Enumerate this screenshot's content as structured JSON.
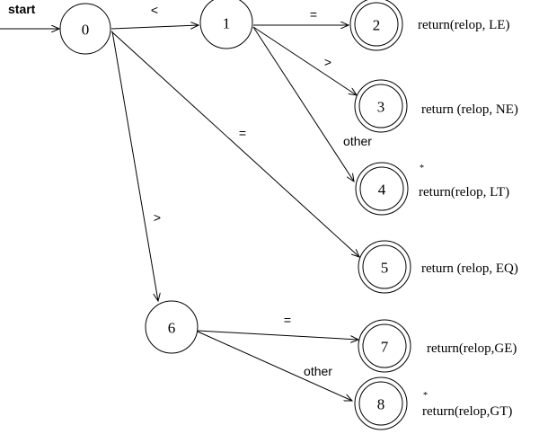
{
  "diagram": {
    "title": "Transition diagram for relop",
    "start_label": "start",
    "states": [
      {
        "id": "0",
        "label": "0",
        "accepting": false
      },
      {
        "id": "1",
        "label": "1",
        "accepting": false
      },
      {
        "id": "2",
        "label": "2",
        "accepting": true,
        "action": "return(relop, LE)",
        "retract": false
      },
      {
        "id": "3",
        "label": "3",
        "accepting": true,
        "action": "return (relop, NE)",
        "retract": false
      },
      {
        "id": "4",
        "label": "4",
        "accepting": true,
        "action": "return(relop, LT)",
        "retract": true
      },
      {
        "id": "5",
        "label": "5",
        "accepting": true,
        "action": "return (relop, EQ)",
        "retract": false
      },
      {
        "id": "6",
        "label": "6",
        "accepting": false
      },
      {
        "id": "7",
        "label": "7",
        "accepting": true,
        "action": "return(relop,GE)",
        "retract": false
      },
      {
        "id": "8",
        "label": "8",
        "accepting": true,
        "action": "return(relop,GT)",
        "retract": true
      }
    ],
    "transitions": [
      {
        "from": "0",
        "to": "1",
        "label": "<"
      },
      {
        "from": "1",
        "to": "2",
        "label": "="
      },
      {
        "from": "1",
        "to": "3",
        "label": ">"
      },
      {
        "from": "1",
        "to": "4",
        "label": "other"
      },
      {
        "from": "0",
        "to": "5",
        "label": "="
      },
      {
        "from": "0",
        "to": "6",
        "label": ">"
      },
      {
        "from": "6",
        "to": "7",
        "label": "="
      },
      {
        "from": "6",
        "to": "8",
        "label": "other"
      }
    ],
    "retract_marker": "*"
  }
}
